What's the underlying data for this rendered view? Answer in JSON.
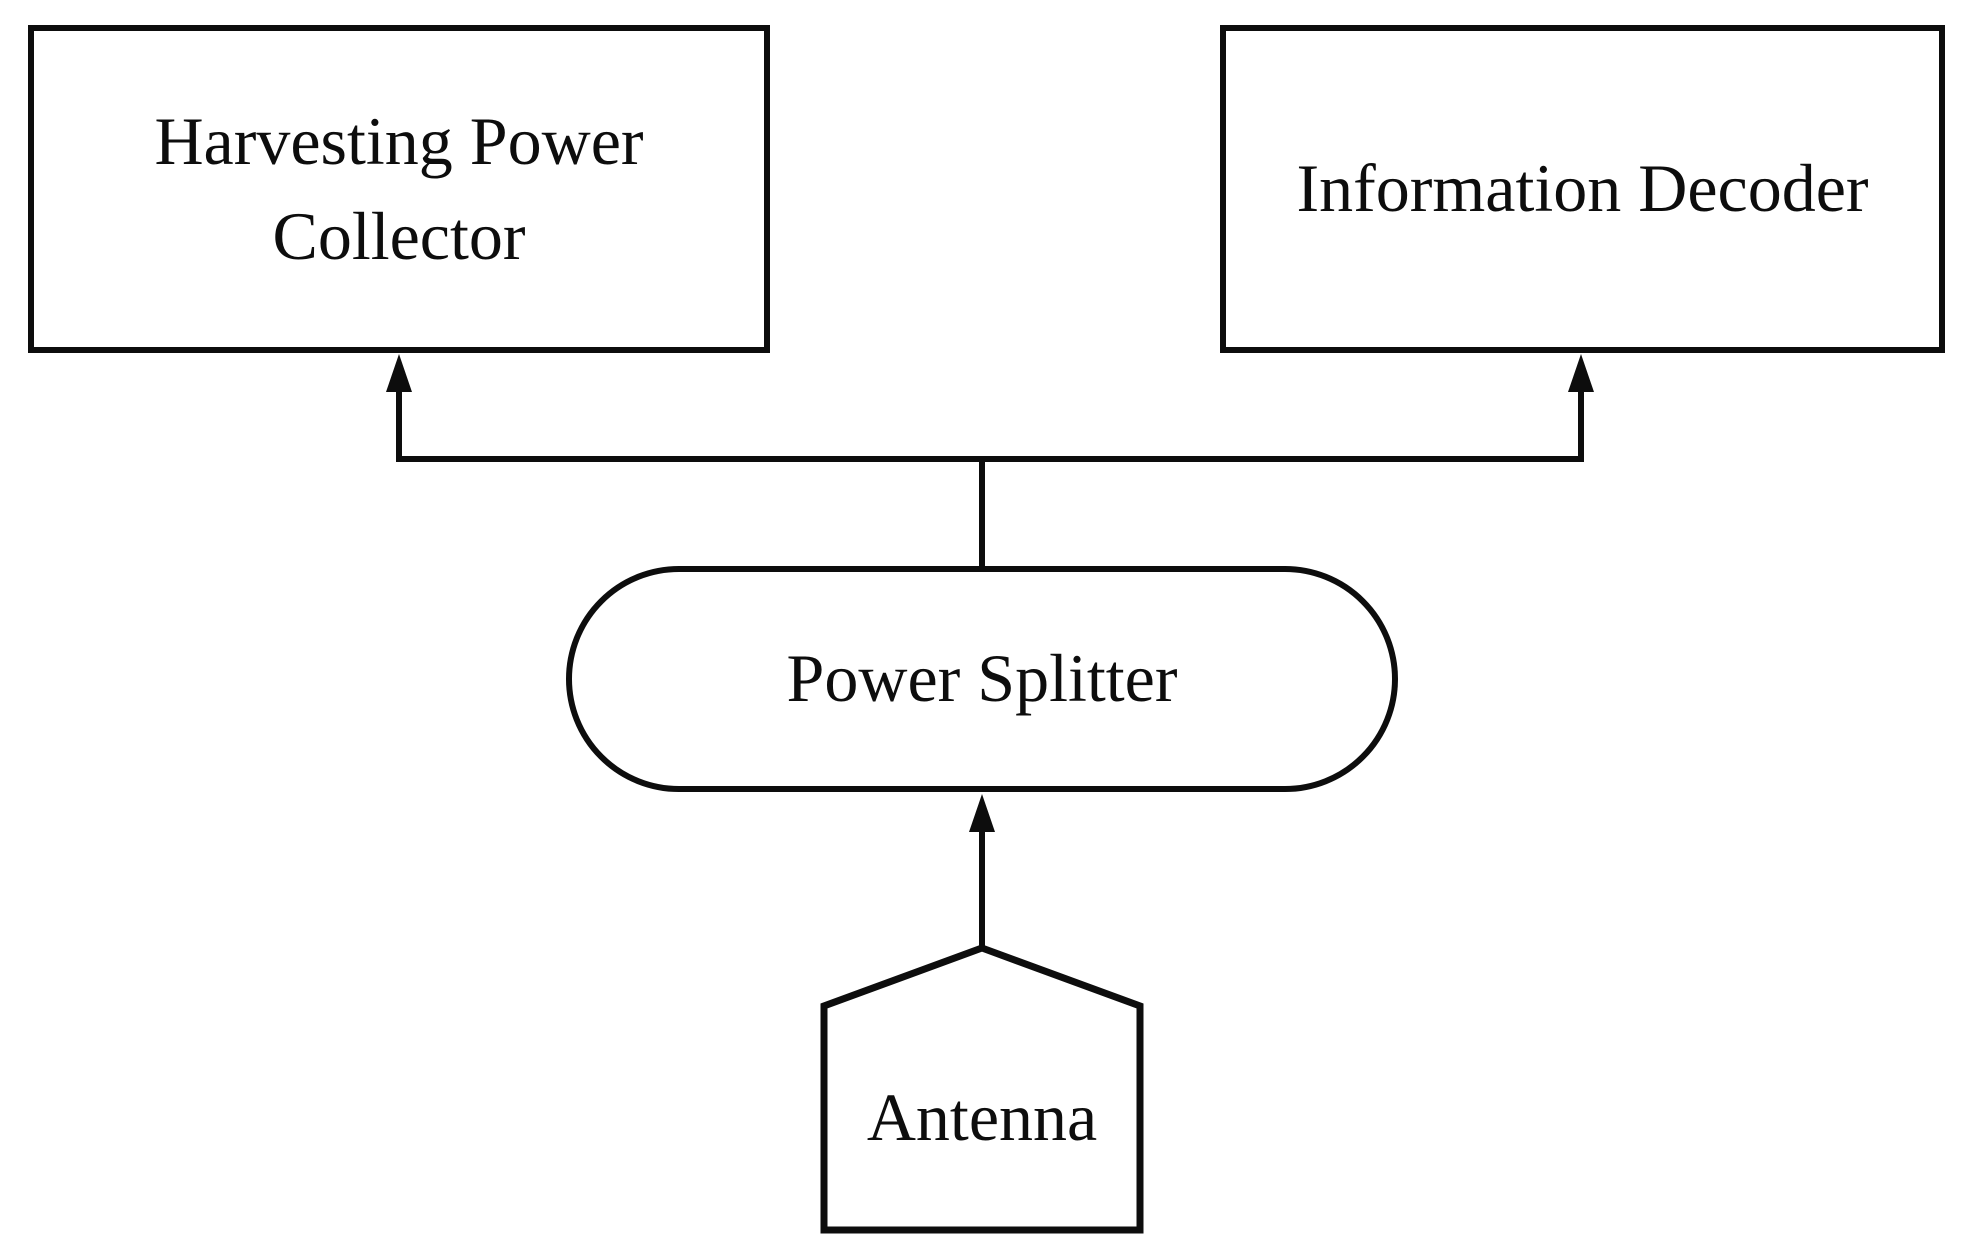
{
  "figure": {
    "type": "block-diagram",
    "background_color": "#ffffff",
    "line_color": "#0d0d0d",
    "nodes": {
      "collector": {
        "label": "Harvesting Power\nCollector",
        "shape": "rectangle"
      },
      "decoder": {
        "label": "Information Decoder",
        "shape": "rectangle"
      },
      "splitter": {
        "label": "Power Splitter",
        "shape": "stadium"
      },
      "antenna": {
        "label": "Antenna",
        "shape": "pentagon"
      }
    },
    "edges": [
      {
        "from": "antenna",
        "to": "splitter",
        "arrow": true
      },
      {
        "from": "splitter",
        "to": "collector",
        "arrow": true
      },
      {
        "from": "splitter",
        "to": "decoder",
        "arrow": true
      }
    ]
  }
}
